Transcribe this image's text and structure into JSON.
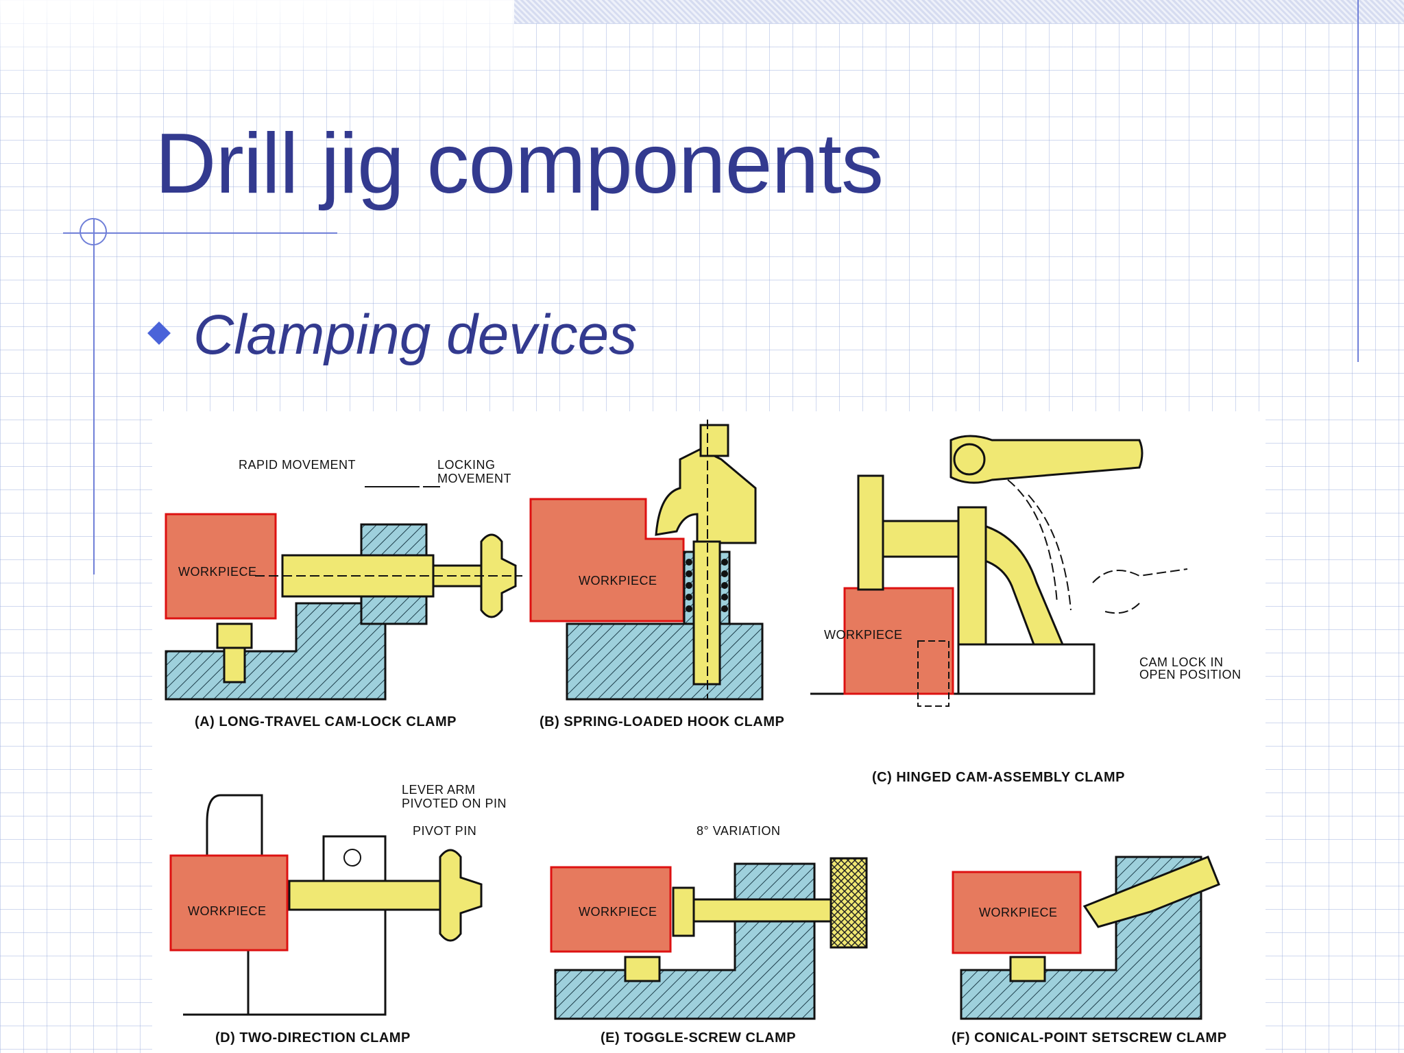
{
  "slide": {
    "title": "Drill jig components",
    "bullet": "Clamping devices"
  },
  "colors": {
    "title_text": "#333a8f",
    "bullet_marker": "#4a63d9",
    "grid_line": "#96aadc",
    "accent_line": "#6f7fd8",
    "workpiece": "#e67a5e",
    "clamp_part": "#f0e873",
    "base_hatch": "#9ed0dc"
  },
  "diagram": {
    "workpiece_label": "WORKPIECE",
    "panels": [
      {
        "id": "A",
        "caption": "(A) LONG-TRAVEL CAM-LOCK CLAMP",
        "annotations": [
          "RAPID MOVEMENT",
          "LOCKING",
          "MOVEMENT"
        ]
      },
      {
        "id": "B",
        "caption": "(B) SPRING-LOADED HOOK CLAMP",
        "annotations": []
      },
      {
        "id": "C",
        "caption": "(C) HINGED CAM-ASSEMBLY CLAMP",
        "annotations": [
          "CAM LOCK IN",
          "OPEN POSITION"
        ]
      },
      {
        "id": "D",
        "caption": "(D) TWO-DIRECTION CLAMP",
        "annotations": [
          "LEVER ARM",
          "PIVOTED ON PIN",
          "PIVOT PIN"
        ]
      },
      {
        "id": "E",
        "caption": "(E) TOGGLE-SCREW CLAMP",
        "annotations": [
          "8° VARIATION"
        ]
      },
      {
        "id": "F",
        "caption": "(F) CONICAL-POINT SETSCREW CLAMP",
        "annotations": []
      }
    ]
  }
}
